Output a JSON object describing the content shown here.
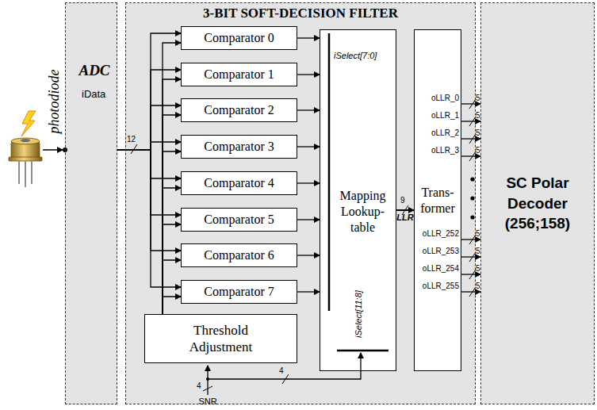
{
  "diagram": {
    "nodes": [
      {
        "text": [
          "ADC"
        ]
      },
      {
        "text": [
          "3-BIT SOFT-DECISION FILTER"
        ]
      },
      {
        "text": [
          "Comparator 0"
        ],
        "in": 1
      },
      {
        "text": [
          "Comparator 1"
        ],
        "in": 1
      },
      {
        "text": [
          "Comparator 2"
        ],
        "in": 1
      },
      {
        "text": [
          "Comparator 3"
        ],
        "in": 1
      },
      {
        "text": [
          "Comparator 4"
        ],
        "in": 1
      },
      {
        "text": [
          "Comparator 5"
        ],
        "in": 1
      },
      {
        "text": [
          "Comparator 6"
        ],
        "in": 1
      },
      {
        "text": [
          "Comparator 7"
        ],
        "in": 1
      },
      {
        "text": [
          "Threshold Adjustment"
        ],
        "in": 1
      },
      {
        "text": [
          "Mapping Lookup- table"
        ],
        "in": 1
      },
      {
        "text": [
          "Trans- former"
        ],
        "in": 1
      },
      {
        "text": [
          "SC Polar Decoder (256;158)"
        ]
      }
    ],
    "edges": [
      {
        "from": 0,
        "to": 2,
        "arrow": "to"
      },
      {
        "from": 0,
        "to": 3,
        "arrow": "to"
      },
      {
        "from": 0,
        "to": 4,
        "arrow": "to"
      },
      {
        "from": 0,
        "to": 5,
        "arrow": "to"
      },
      {
        "from": 0,
        "to": 6,
        "arrow": "to"
      },
      {
        "from": 0,
        "to": 7,
        "arrow": "to"
      },
      {
        "from": 0,
        "to": 8,
        "arrow": "to"
      },
      {
        "from": 0,
        "to": 9,
        "arrow": "to"
      },
      {
        "from": 10,
        "to": 2,
        "arrow": "to"
      },
      {
        "from": 10,
        "to": 3,
        "arrow": "to"
      },
      {
        "from": 10,
        "to": 4,
        "arrow": "to"
      },
      {
        "from": 10,
        "to": 5,
        "arrow": "to"
      },
      {
        "from": 10,
        "to": 6,
        "arrow": "to"
      },
      {
        "from": 10,
        "to": 7,
        "arrow": "to"
      },
      {
        "from": 10,
        "to": 8,
        "arrow": "to"
      },
      {
        "from": 10,
        "to": 9,
        "arrow": "to"
      },
      {
        "from": 2,
        "to": 11,
        "arrow": "to"
      },
      {
        "from": 3,
        "to": 11,
        "arrow": "to"
      },
      {
        "from": 4,
        "to": 11,
        "arrow": "to"
      },
      {
        "from": 5,
        "to": 11,
        "arrow": "to"
      },
      {
        "from": 6,
        "to": 11,
        "arrow": "to"
      },
      {
        "from": 7,
        "to": 11,
        "arrow": "to"
      },
      {
        "from": 8,
        "to": 11,
        "arrow": "to"
      },
      {
        "from": 9,
        "to": 11,
        "arrow": "to"
      },
      {
        "from": 11,
        "to": 12,
        "label": "LLR",
        "arrow": "to"
      },
      {
        "from": 12,
        "to": 13,
        "arrow": "to"
      },
      {
        "from": 12,
        "to": 13,
        "arrow": "to"
      },
      {
        "from": 12,
        "to": 13,
        "arrow": "to"
      },
      {
        "from": 12,
        "to": 13,
        "arrow": "to"
      },
      {
        "from": 12,
        "to": 13,
        "arrow": "to"
      },
      {
        "from": 12,
        "to": 13,
        "arrow": "to"
      },
      {
        "from": 12,
        "to": 13,
        "arrow": "to"
      },
      {
        "from": 12,
        "to": 13,
        "arrow": "to"
      }
    ],
    "labels": [
      "photodiode",
      "iData",
      "12",
      "iSelect[7:0]",
      "9",
      "iSelect[11:8]",
      "4",
      "4",
      "SNR",
      "oLLR_0",
      "oLLR_1",
      "oLLR_2",
      "oLLR_3",
      "oLLR_252",
      "oLLR_253",
      "oLLR_254",
      "oLLR_255",
      "5",
      "5",
      "5",
      "5",
      "5",
      "5",
      "5",
      "5"
    ]
  }
}
